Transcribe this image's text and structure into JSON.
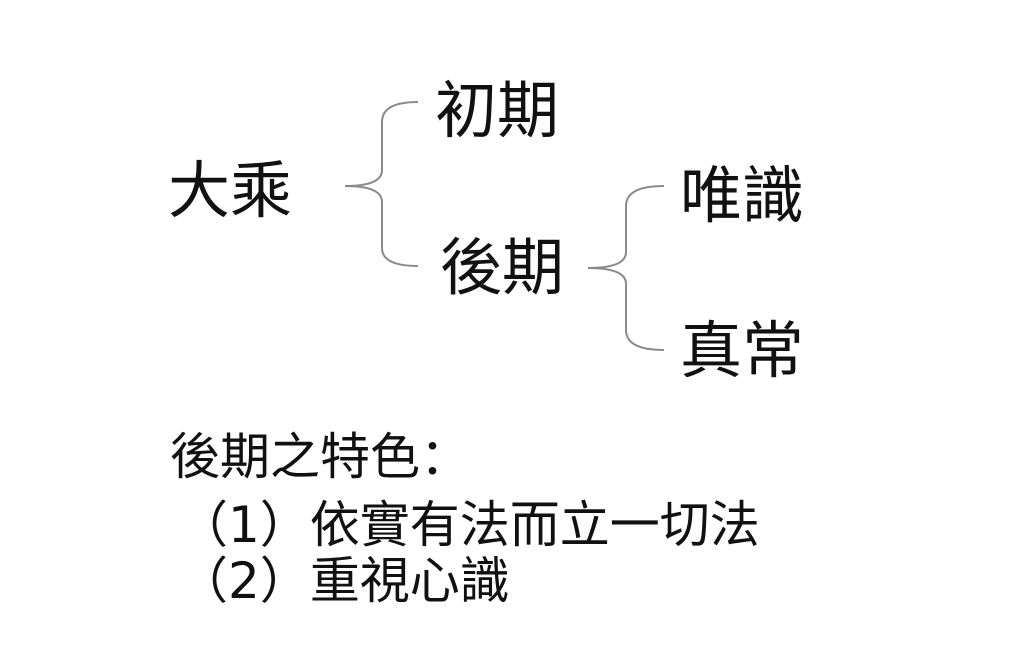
{
  "diagram": {
    "root": "大乘",
    "early": "初期",
    "late": "後期",
    "late_branches": [
      "唯識",
      "真常"
    ]
  },
  "notes": {
    "heading": "後期之特色：",
    "items": [
      {
        "marker": "（1）",
        "text": "依實有法而立一切法"
      },
      {
        "marker": "（2）",
        "text": "重視心識"
      }
    ]
  },
  "colors": {
    "brace": "#8a8a8a",
    "text": "#111111"
  }
}
